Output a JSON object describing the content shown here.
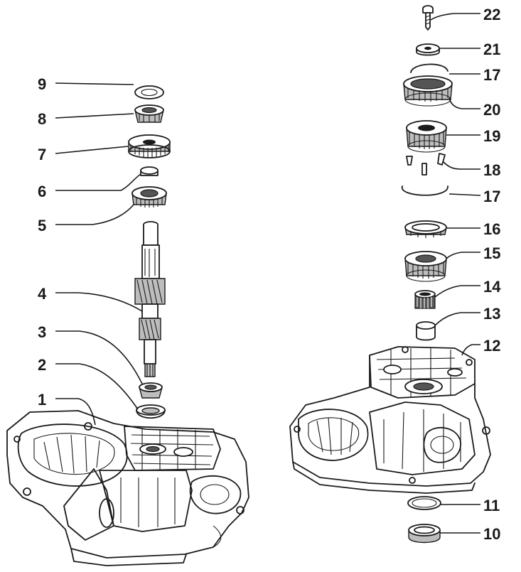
{
  "diagram": {
    "callouts_left": [
      "9",
      "8",
      "7",
      "6",
      "5",
      "4",
      "3",
      "2",
      "1"
    ],
    "callouts_right": [
      "22",
      "21",
      "17",
      "20",
      "19",
      "18",
      "17",
      "16",
      "15",
      "14",
      "13",
      "12",
      "11",
      "10"
    ]
  }
}
